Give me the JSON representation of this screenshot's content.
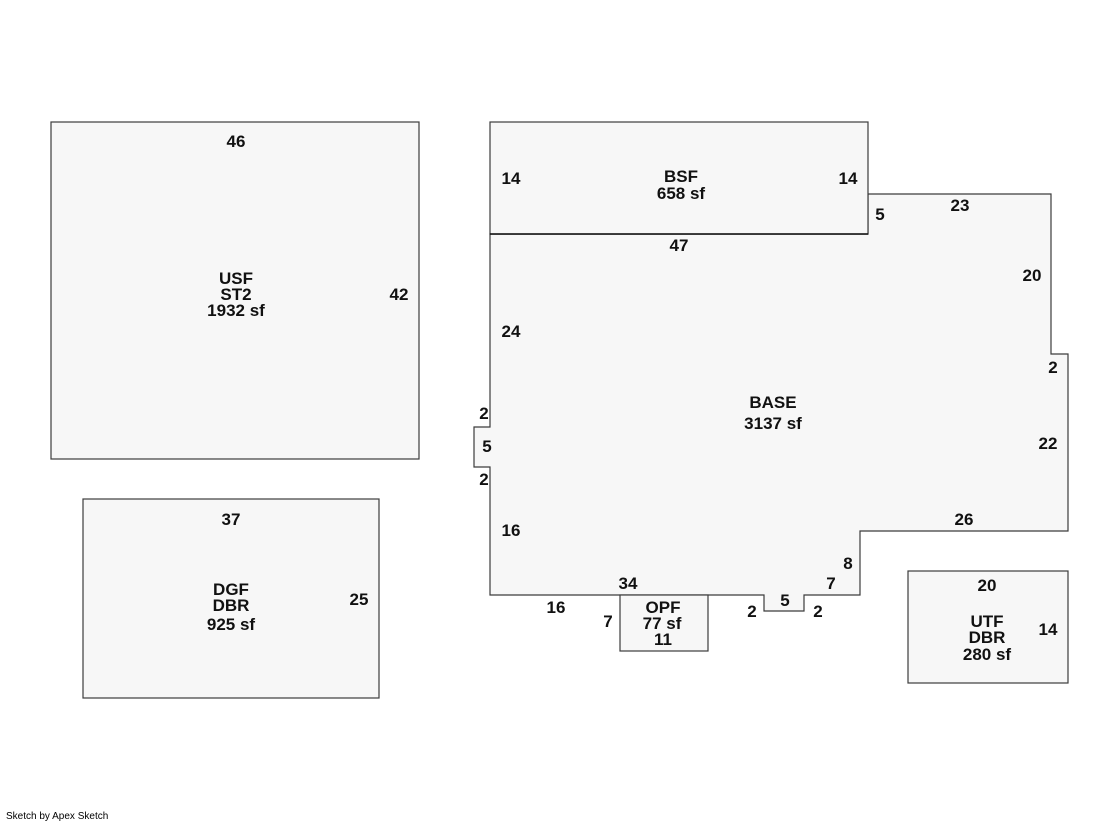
{
  "sketch": {
    "credit": "Sketch by Apex Sketch",
    "areas": {
      "usf": {
        "labels": [
          "USF",
          "ST2",
          "1932 sf"
        ],
        "dims": [
          "46",
          "42"
        ]
      },
      "dgf": {
        "labels": [
          "DGF",
          "DBR",
          "925 sf"
        ],
        "dims": [
          "37",
          "25"
        ]
      },
      "bsf": {
        "labels": [
          "BSF",
          "658 sf"
        ],
        "dims": [
          "14",
          "14",
          "47"
        ]
      },
      "base": {
        "labels": [
          "BASE",
          "3137 sf"
        ],
        "dims": [
          "5",
          "23",
          "20",
          "2",
          "22",
          "26",
          "8",
          "7",
          "2",
          "5",
          "2",
          "34",
          "16",
          "16",
          "2",
          "5",
          "2",
          "24"
        ]
      },
      "opf": {
        "labels": [
          "OPF",
          "77 sf",
          "11"
        ],
        "dims": [
          "7"
        ]
      },
      "utf": {
        "labels": [
          "UTF",
          "DBR",
          "280 sf"
        ],
        "dims": [
          "20",
          "14"
        ]
      }
    }
  }
}
